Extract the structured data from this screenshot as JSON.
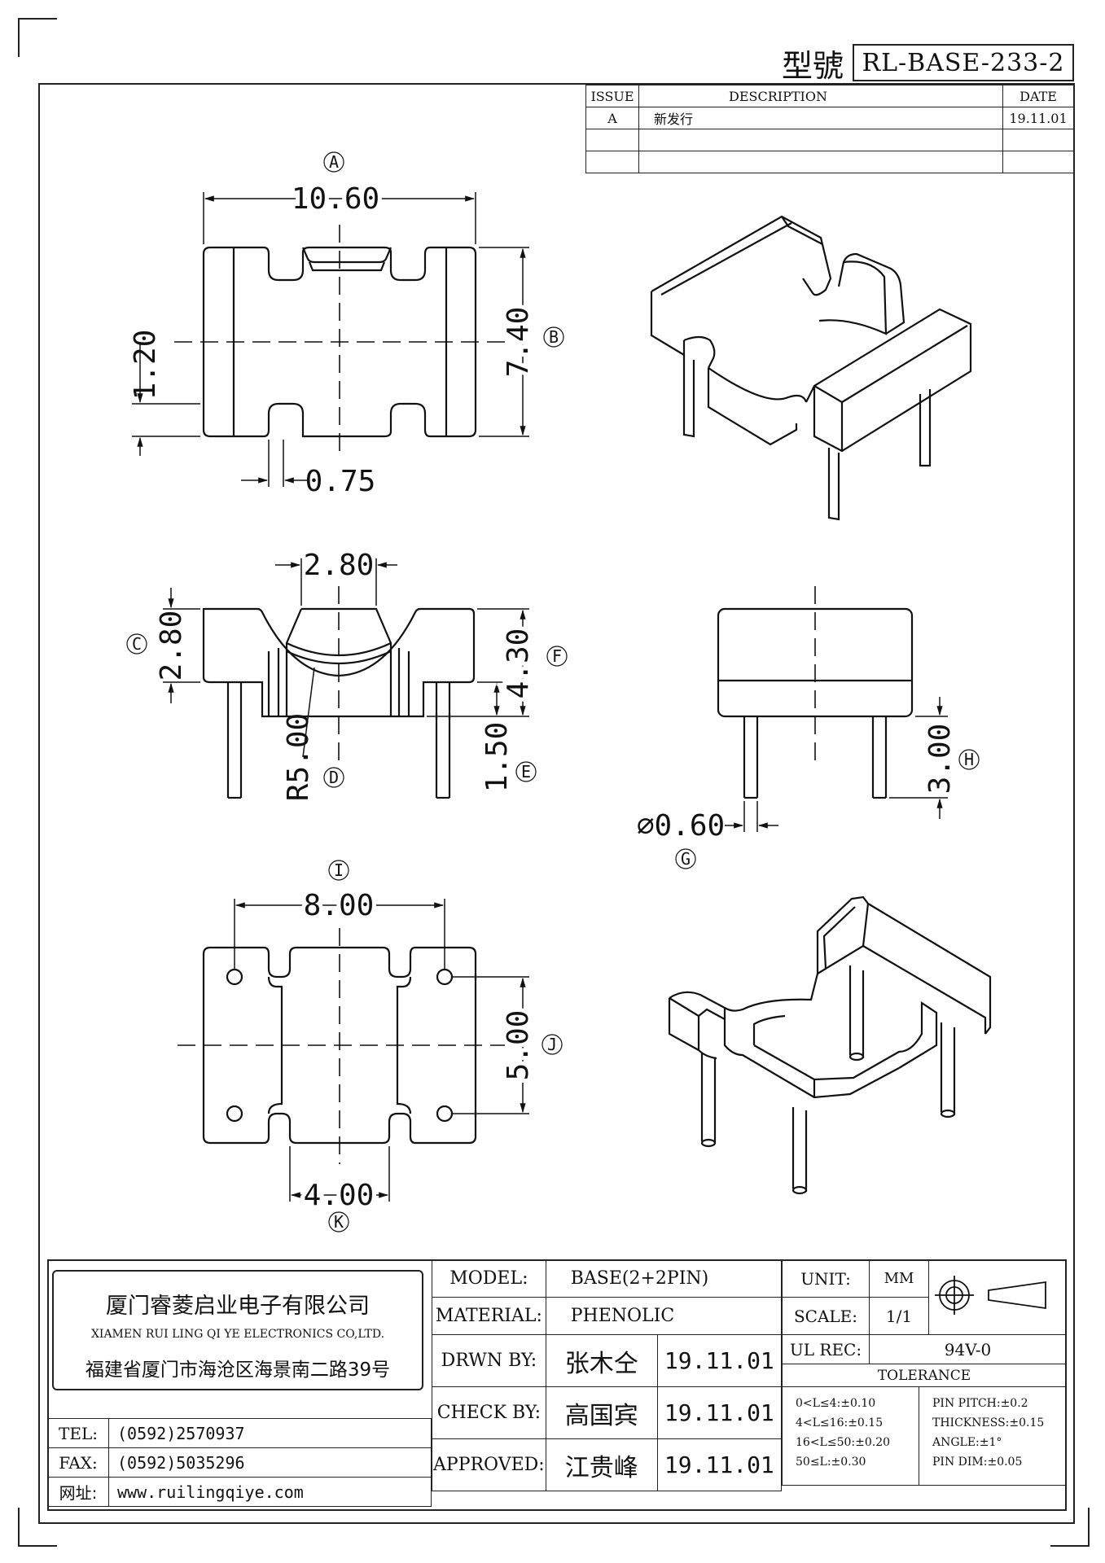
{
  "header": {
    "model_label": "型號",
    "model_number": "RL-BASE-233-2"
  },
  "revision": {
    "headers": [
      "ISSUE",
      "DESCRIPTION",
      "DATE"
    ],
    "rows": [
      {
        "issue": "A",
        "description": "新发行",
        "date": "19.11.01"
      },
      {
        "issue": "",
        "description": "",
        "date": ""
      },
      {
        "issue": "",
        "description": "",
        "date": ""
      }
    ]
  },
  "dimensions": {
    "A": {
      "label": "A",
      "value": "10.60"
    },
    "B": {
      "label": "B",
      "value": "7.40"
    },
    "b_sub": {
      "value": "1.20"
    },
    "slot": {
      "value": "0.75"
    },
    "top_width": {
      "value": "2.80"
    },
    "C": {
      "label": "C",
      "value": "2.80"
    },
    "F": {
      "label": "F",
      "value": "4.30"
    },
    "D": {
      "label": "D",
      "value": "R5.00"
    },
    "E": {
      "label": "E",
      "value": "1.50"
    },
    "H": {
      "label": "H",
      "value": "3.00"
    },
    "G": {
      "label": "G",
      "value": "∅0.60"
    },
    "I": {
      "label": "I",
      "value": "8.00"
    },
    "J": {
      "label": "J",
      "value": "5.00"
    },
    "K": {
      "label": "K",
      "value": "4.00"
    }
  },
  "title_block": {
    "company_cn": "厦门睿菱启业电子有限公司",
    "company_en": "XIAMEN RUI LING QI YE ELECTRONICS CO,LTD.",
    "address": "福建省厦门市海沧区海景南二路39号",
    "tel_label": "TEL:",
    "tel": "(0592)2570937",
    "fax_label": "FAX:",
    "fax": "(0592)5035296",
    "web_label": "网址:",
    "web": "www.ruilingqiye.com",
    "model_label": "MODEL:",
    "model": "BASE(2+2PIN)",
    "material_label": "MATERIAL:",
    "material": "PHENOLIC",
    "drwn_label": "DRWN BY:",
    "drwn_name": "张木仝",
    "drwn_date": "19.11.01",
    "check_label": "CHECK BY:",
    "check_name": "高国宾",
    "check_date": "19.11.01",
    "approved_label": "APPROVED:",
    "approved_name": "江贵峰",
    "approved_date": "19.11.01",
    "unit_label": "UNIT:",
    "unit": "MM",
    "scale_label": "SCALE:",
    "scale": "1/1",
    "ul_label": "UL REC:",
    "ul": "94V-0",
    "tolerance_label": "TOLERANCE",
    "tol_left": [
      "0<L≤4:±0.10",
      "4<L≤16:±0.15",
      "16<L≤50:±0.20",
      "50≤L:±0.30"
    ],
    "tol_right": [
      "PIN PITCH:±0.2",
      "THICKNESS:±0.15",
      "ANGLE:±1°",
      "PIN DIM:±0.05"
    ]
  }
}
